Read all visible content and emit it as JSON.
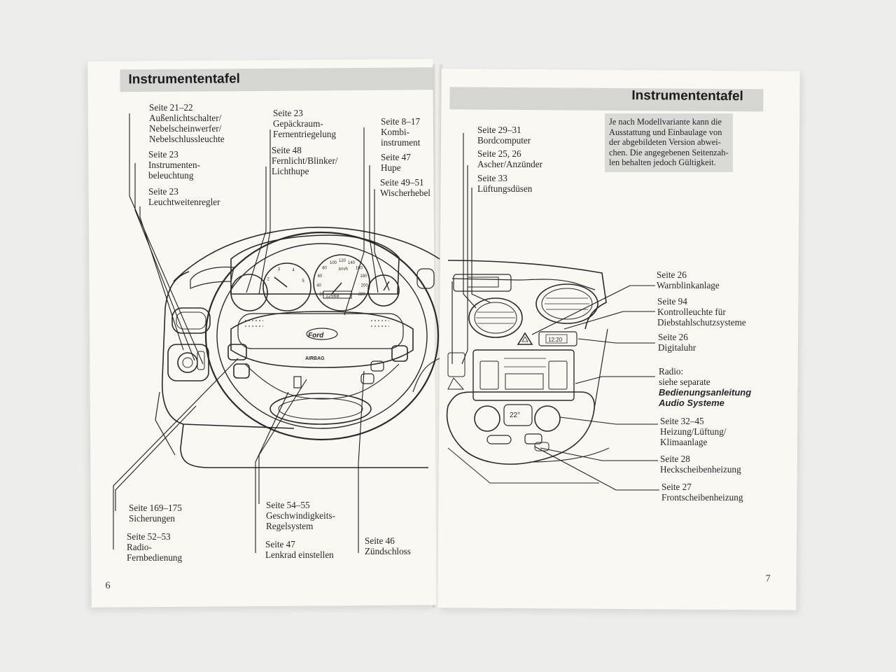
{
  "header": {
    "left_title": "Instrumententafel",
    "right_title": "Instrumententafel"
  },
  "page_numbers": {
    "left": "6",
    "right": "7"
  },
  "note": [
    "Je nach Modellvariante kann die",
    "Ausstattung und Einbaulage von",
    "der abgebildeten Version abwei-",
    "chen. Die angegebenen Seitenzah-",
    "len behalten jedoch Gültigkeit."
  ],
  "callouts_left": {
    "lights": [
      "Seite 21–22",
      "Außenlichtschalter/",
      "Nebelscheinwerfer/",
      "Nebelschlussleuchte"
    ],
    "panel_light": [
      "Seite 23",
      "Instrumenten-",
      "beleuchtung"
    ],
    "range": [
      "Seite 23",
      "Leuchtweitenregler"
    ],
    "trunk": [
      "Seite 23",
      "Gepäckraum-",
      "Fernentriegelung"
    ],
    "high_beam": [
      "Seite 48",
      "Fernlicht/Blinker/",
      "Lichthupe"
    ],
    "cluster": [
      "Seite 8–17",
      "Kombi-",
      "instrument"
    ],
    "horn": [
      "Seite 47",
      "Hupe"
    ],
    "wiper": [
      "Seite 49–51",
      "Wischerhebel"
    ],
    "fuses": [
      "Seite 169–175",
      "Sicherungen"
    ],
    "remote": [
      "Seite 52–53",
      "Radio-",
      "Fernbedienung"
    ],
    "cruise": [
      "Seite 54–55",
      "Geschwindigkeits-",
      "Regelsystem"
    ],
    "steering": [
      "Seite 47",
      "Lenkrad einstellen"
    ],
    "ignition": [
      "Seite 46",
      "Zündschloss"
    ]
  },
  "callouts_right": {
    "computer": [
      "Seite 29–31",
      "Bordcomputer"
    ],
    "ashtray": [
      "Seite 25, 26",
      "Ascher/Anzünder"
    ],
    "vents": [
      "Seite 33",
      "Lüftungsdüsen"
    ],
    "hazard": [
      "Seite 26",
      "Warnblinkanlage"
    ],
    "theft": [
      "Seite 94",
      "Kontrolleuchte für",
      "Diebstahlschutzsysteme"
    ],
    "clock": [
      "Seite 26",
      "Digitaluhr"
    ],
    "radio": [
      "Radio:",
      "siehe separate",
      "Bedienungsanleitung",
      "Audio Systeme"
    ],
    "climate": [
      "Seite 32–45",
      "Heizung/Lüftung/",
      "Klimaanlage"
    ],
    "rear_heat": [
      "Seite 28",
      "Heckscheibenheizung"
    ],
    "front_heat": [
      "Seite 27",
      "Frontscheibenheizung"
    ]
  },
  "diagram_text": {
    "brand": "Ford",
    "airbag": "AIRBAG",
    "odometer": "12568",
    "clock": "12:20",
    "temp": "22°",
    "speed_ticks": [
      "20",
      "40",
      "60",
      "80",
      "100",
      "120",
      "140",
      "160",
      "180",
      "200",
      "220"
    ],
    "rpm_ticks": [
      "1",
      "2",
      "3",
      "4",
      "5"
    ],
    "speed_unit": "km/h"
  },
  "colors": {
    "paper": "#f9f8f2",
    "header_bar": "#d5d5d2",
    "ink": "#262626"
  }
}
